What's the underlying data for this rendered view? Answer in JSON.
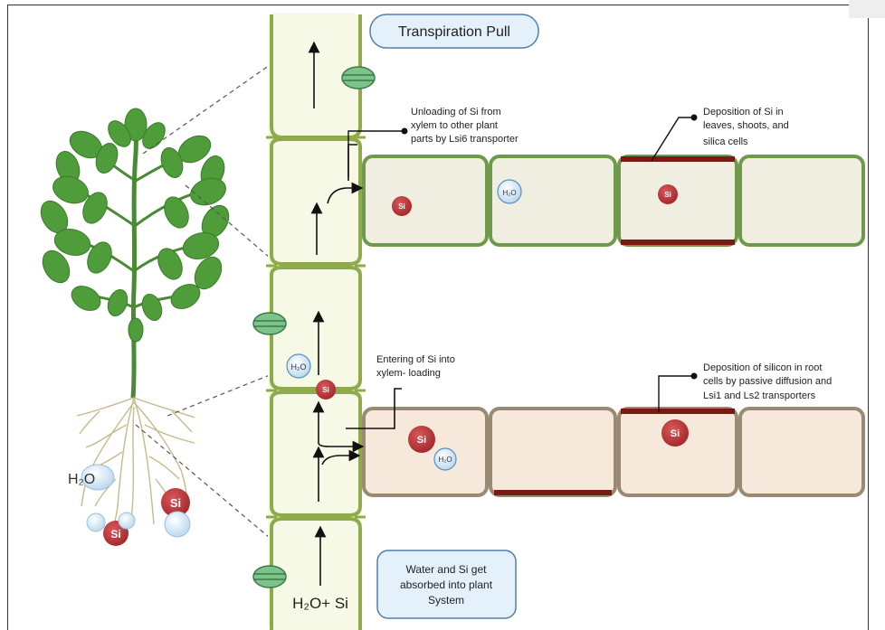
{
  "title_pill": "Transpiration Pull",
  "bottom_box": {
    "line1": "Water and Si get",
    "line2": "absorbed into plant",
    "line3": "System"
  },
  "annotations": {
    "unloading": [
      "Unloading of Si from",
      "xylem to other plant",
      "parts by Lsi6 transporter"
    ],
    "deposition_leaves": [
      "Deposition of Si in",
      "leaves, shoots, and",
      "silica cells"
    ],
    "entering": [
      "Entering of Si into",
      "xylem- loading"
    ],
    "deposition_root": [
      "Deposition of silicon in root",
      "cells by passive diffusion and",
      "Lsi1 and Ls2 transporters"
    ]
  },
  "labels": {
    "h2o_plus_si": "H₂O+ Si",
    "h2o_root": "H₂O",
    "si": "Si",
    "h2o_small": "H₂O"
  },
  "colors": {
    "xylem_fill": "#f6f9e6",
    "xylem_stroke": "#8faa4a",
    "leaf_cell_fill": "#efeee0",
    "leaf_cell_stroke": "#6f9a4b",
    "root_cell_fill": "#f7e8dc",
    "root_cell_stroke": "#9a8a74",
    "deposit": "#7a1a14",
    "si_ball": "#c0393a",
    "h2o_ball": "#d9ebf7",
    "pill_fill": "#e4f0fa",
    "pill_stroke": "#4f7faf",
    "plant_green": "#4a9a3b",
    "root_color": "#d2c38f"
  }
}
